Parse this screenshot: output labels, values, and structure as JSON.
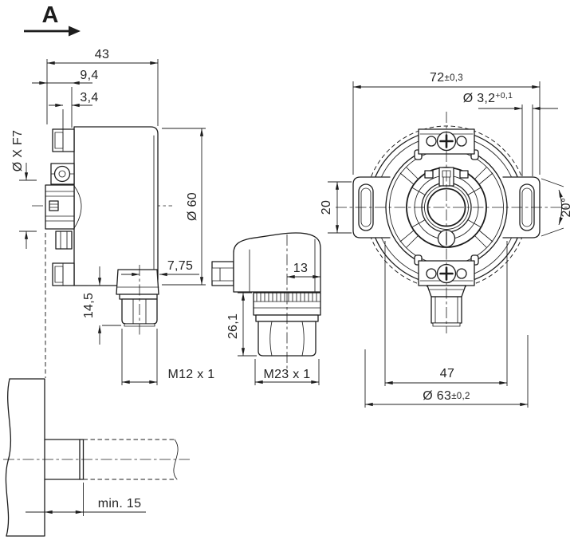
{
  "view_label": "A",
  "side_view": {
    "dim_total_depth": "43",
    "dim_step1": "9,4",
    "dim_step2": "3,4",
    "dim_hollow_bore": "Ø X F7",
    "dim_body_diameter": "Ø 60",
    "dim_connector_offset": "7,75",
    "dim_connector_height": "14,5",
    "dim_radial_thread": "M12 x 1"
  },
  "connector_view": {
    "dim_half_width": "13",
    "dim_height": "26,1",
    "dim_thread": "M23 x 1"
  },
  "front_view": {
    "dim_overall_width": {
      "value": "72",
      "tolerance": "±0,3"
    },
    "dim_slot_width": {
      "value": "Ø 3,2",
      "tolerance": "+0,1"
    },
    "dim_slot_length": "20",
    "dim_slot_angle": "20°",
    "dim_rim": "47",
    "dim_flange_diameter": {
      "value": "Ø 63",
      "tolerance": "±0,2"
    }
  },
  "mounting_view": {
    "dim_min_shaft_length": "min. 15"
  },
  "colors": {
    "line": "#1d1d1d",
    "text": "#252525",
    "background": "#ffffff"
  }
}
